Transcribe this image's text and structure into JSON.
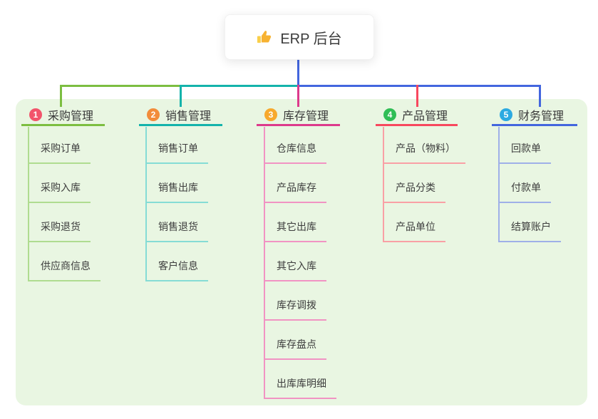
{
  "root": {
    "title": "ERP 后台",
    "icon": "thumbs-up",
    "stem_color": "#4366DE"
  },
  "canvas": {
    "background": "#ffffff",
    "panel_color": "#E9F6E2",
    "text_color": "#3d3d3d"
  },
  "branches": [
    {
      "number": "1",
      "title": "采购管理",
      "badge_color": "#F2546B",
      "line_color": "#7CBE41",
      "item_line_color": "#AFDC90",
      "items": [
        "采购订单",
        "采购入库",
        "采购退货",
        "供应商信息"
      ]
    },
    {
      "number": "2",
      "title": "销售管理",
      "badge_color": "#F28C3B",
      "line_color": "#14B3AB",
      "item_line_color": "#85DCD5",
      "items": [
        "销售订单",
        "销售出库",
        "销售退货",
        "客户信息"
      ]
    },
    {
      "number": "3",
      "title": "库存管理",
      "badge_color": "#F7A92D",
      "line_color": "#DD3A8C",
      "item_line_color": "#F193C3",
      "items": [
        "仓库信息",
        "产品库存",
        "其它出库",
        "其它入库",
        "库存调拨",
        "库存盘点",
        "出库库明细"
      ]
    },
    {
      "number": "4",
      "title": "产品管理",
      "badge_color": "#2FBE55",
      "line_color": "#F8485E",
      "item_line_color": "#F9A0A5",
      "items": [
        "产品（物料）",
        "产品分类",
        "产品单位"
      ]
    },
    {
      "number": "5",
      "title": "财务管理",
      "badge_color": "#2CAAE1",
      "line_color": "#4366DE",
      "item_line_color": "#9FB0E8",
      "items": [
        "回款单",
        "付款单",
        "结算账户"
      ]
    }
  ]
}
